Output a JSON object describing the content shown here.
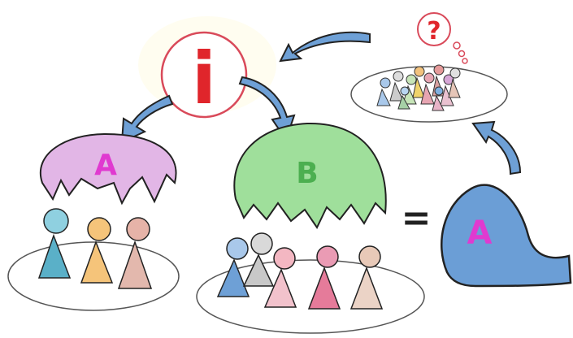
{
  "info_symbol": "i",
  "question_symbol": "?",
  "group_a_label": "A",
  "group_b_label": "B",
  "equals_sign": "=",
  "blob_label": "A",
  "colors": {
    "info_red": "#e0252b",
    "info_circle": "#d94a5a",
    "question_red": "#e0252b",
    "dome_a": "#e2b6e6",
    "dome_a_letter": "#e03ad0",
    "dome_b": "#9fdf9b",
    "dome_b_letter": "#4caf50",
    "blob": "#6b9ed6",
    "blob_letter": "#e03ad0",
    "arrow": "#6ea0d6",
    "outline": "#222222"
  }
}
